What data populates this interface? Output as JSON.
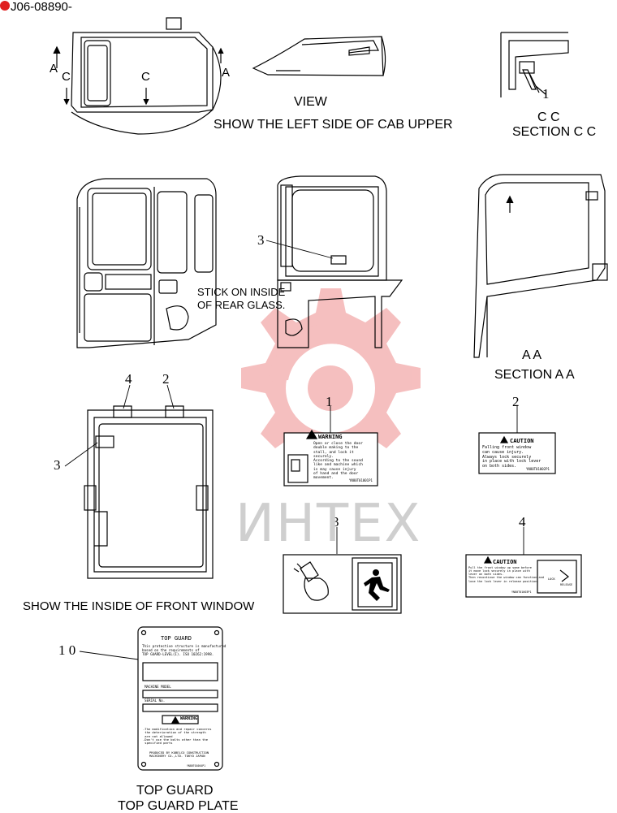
{
  "header": {
    "part_code": "J06-08890-"
  },
  "views": {
    "cab_upper_view_title": "VIEW",
    "cab_upper_view_caption": "SHOW THE LEFT SIDE OF CAB UPPER",
    "marker_a": "A",
    "marker_c": "C",
    "section_cc_title": "C C",
    "section_cc_caption": "SECTION C C",
    "section_aa_title": "A A",
    "section_aa_caption": "SECTION A A",
    "rear_glass_note": "STICK ON INSIDE\nOF REAR GLASS.",
    "front_window_caption": "SHOW THE INSIDE OF FRONT WINDOW",
    "top_guard_caption_1": "TOP GUARD",
    "top_guard_caption_2": "TOP GUARD PLATE"
  },
  "callouts": [
    "1",
    "2",
    "3",
    "4",
    "1 0"
  ],
  "decals": {
    "warning_label": "WARNING",
    "warning_text": "Open or close the door\ndouble making to the\nstall, and lock it\nsecurely.\nAccording to the sound\nlike and machine which\nis may cause injury\nof hand and the door\nmovement.",
    "warning_code": "YN80T01001P1",
    "caution_label": "CAUTION",
    "caution_text": "Falling front window\ncan cause injury.\nAlways lock securely\nin place with lock lever\non both sides.",
    "caution_code": "YN80T01002P1",
    "caution2_text": "Pull the front window up some before\nit move lock securely in place with\nlever on both sides.\nThen recontinue the window can function and\nlose the lock lever in release position.",
    "caution2_code": "YN80T01003P1",
    "lock_label": "LOCK",
    "release_label": "RELEASE",
    "top_guard_plate": {
      "title": "TOP GUARD",
      "statement": "This protective structure is manufactured\nbased on the requirements of\nTOP GUARD-LEVEL(I). ISO 10262:1998.",
      "machine_model_label": "MACHINE MODEL",
      "serial_label": "SERIAL No.",
      "warning_label": "WARNING",
      "warning_text": "-The modification and repair concerns\n the deterioration of the strength\n are not allowed\n-Don't use the bolts other than the\n specified parts",
      "maker_text": "PRODUCED BY KOBELCO CONSTRUCTION\nMACHINERY CO.,LTD. TOKYO JAPAN",
      "code": "YN80T01004P1"
    }
  },
  "watermark": {
    "text": "ИНТЕХ",
    "color": "#e83a3a"
  }
}
